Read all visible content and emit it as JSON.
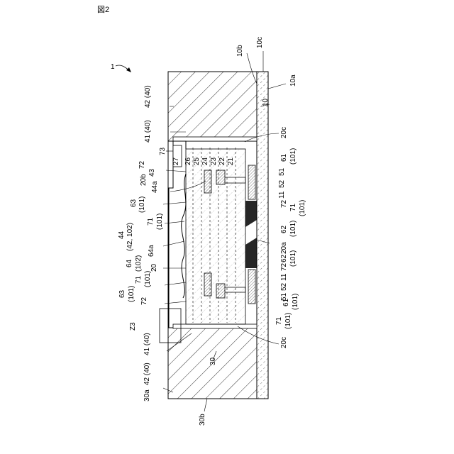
{
  "figure": {
    "title": "図2",
    "ref_main": "1",
    "labels": {
      "l10b": "10b",
      "l10c": "10c",
      "l10a": "10a",
      "l10": "10",
      "l42_40_top": "42 (40)",
      "l41_40_top": "41 (40)",
      "l20c_top": "20c",
      "l73": "73",
      "l27": "27",
      "l26": "26",
      "l25": "25",
      "l24": "24",
      "l23": "23",
      "l22": "22",
      "l21": "21",
      "l61_top": "61",
      "l101_61_top": "(101)",
      "l72_top": "72",
      "l20b": "20b",
      "l43": "43",
      "l44a": "44a",
      "l52_top": "52",
      "l51_top": "51",
      "l11_top": "11",
      "l72_right_top": "72",
      "l71_right_top": "71",
      "l101_71_right_top": "(101)",
      "l63_top": "63",
      "l101_63_top": "(101)",
      "l71_left_top": "71",
      "l101_71_left_top": "(101)",
      "l62_top": "62",
      "l101_62_top": "(101)",
      "l44": "44",
      "l42_102": "(42, 102)",
      "l64a": "64a",
      "l20a": "20a",
      "l64": "64",
      "l102": "(102)",
      "l20": "20",
      "l71_left_bot": "71",
      "l101_71_left_bot": "(101)",
      "l62_bot": "62",
      "l101_62_bot": "(101)",
      "l72_right_bot": "72",
      "l11_bot": "11",
      "l52_bot": "52",
      "l51_bot": "51",
      "l63_bot": "63",
      "l101_63_bot": "(101)",
      "l72_bot": "72",
      "l61_bot": "61",
      "l101_61_bot": "(101)",
      "l71_right_bot": "71",
      "l101_71_right_bot": "(101)",
      "lZ3": "Z3",
      "l41_40_bot": "41 (40)",
      "l20c_bot": "20c",
      "l30": "30",
      "l42_40_bot": "42 (40)",
      "l30a": "30a",
      "l30b": "30b"
    }
  }
}
